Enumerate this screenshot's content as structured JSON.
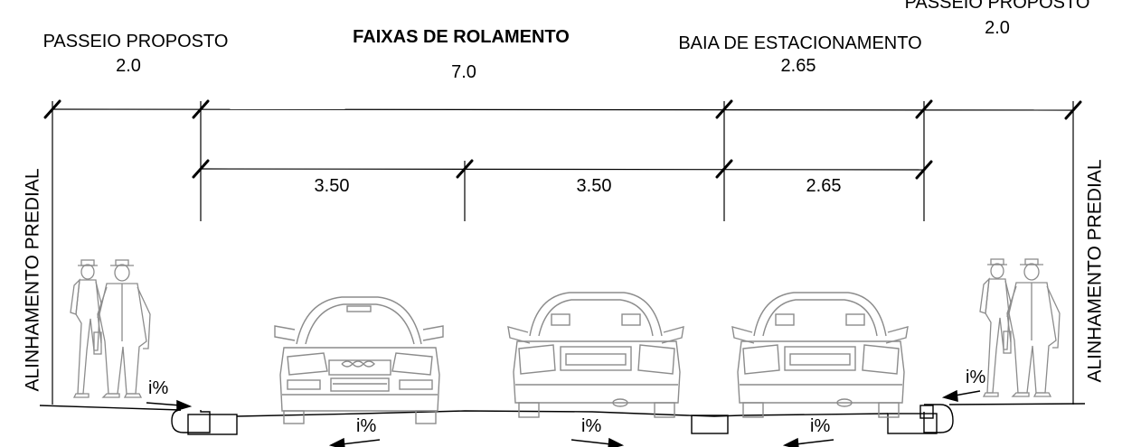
{
  "header": {
    "left_sidewalk": {
      "label": "PASSEIO PROPOSTO",
      "width": "2.0"
    },
    "lanes": {
      "label": "FAIXAS DE ROLAMENTO",
      "width": "7.0"
    },
    "parking_bay": {
      "label": "BAIA DE ESTACIONAMENTO",
      "width": "2.65"
    },
    "right_sidewalk": {
      "label": "PASSEIO PROPOSTO",
      "width": "2.0"
    }
  },
  "sub_dimensions": [
    "3.50",
    "3.50",
    "2.65"
  ],
  "property_line_label": "ALINHAMENTO PREDIAL",
  "slope_label": "i%",
  "colors": {
    "ink": "#000000",
    "figure": "#9a9a9a"
  },
  "icons": [
    "pedestrian-pair-icon",
    "car-front-icon",
    "car-rear-icon"
  ]
}
